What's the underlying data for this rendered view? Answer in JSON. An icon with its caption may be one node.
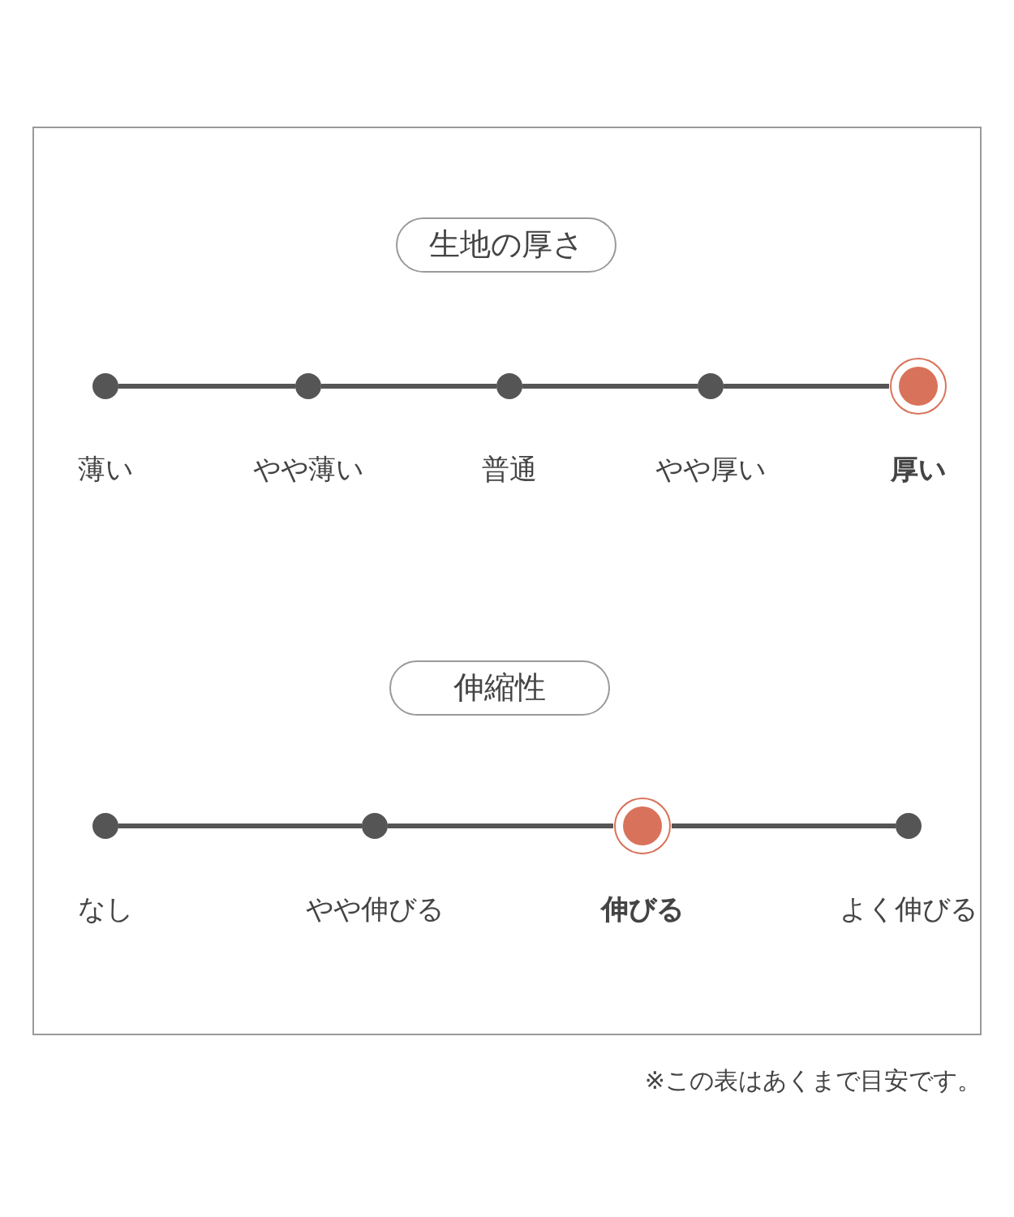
{
  "diagram": {
    "nodes": [
      {
        "text": [
          "生地の厚さ"
        ]
      },
      {
        "text": [],
        "shape": "circle",
        "beside": [
          "薄い"
        ]
      },
      {
        "text": [],
        "shape": "circle",
        "beside": [
          "やや薄い"
        ]
      },
      {
        "text": [],
        "shape": "circle",
        "beside": [
          "普通"
        ]
      },
      {
        "text": [],
        "shape": "circle",
        "beside": [
          "やや厚い"
        ]
      },
      {
        "text": [],
        "shape": "target",
        "beside": [
          "厚い"
        ]
      },
      {
        "text": [
          "伸縮性"
        ]
      },
      {
        "text": [],
        "shape": "circle",
        "beside": [
          "なし"
        ]
      },
      {
        "text": [],
        "shape": "circle",
        "beside": [
          "やや伸びる"
        ]
      },
      {
        "text": [],
        "shape": "target",
        "beside": [
          "伸びる"
        ]
      },
      {
        "text": [],
        "shape": "circle",
        "beside": [
          "よく伸びる"
        ]
      }
    ],
    "edges": [
      {
        "from": 1,
        "to": 2,
        "arrow": "none"
      },
      {
        "from": 2,
        "to": 3,
        "arrow": "none"
      },
      {
        "from": 3,
        "to": 4,
        "arrow": "none"
      },
      {
        "from": 4,
        "to": 5,
        "arrow": "none"
      },
      {
        "from": 7,
        "to": 8,
        "arrow": "none"
      },
      {
        "from": 8,
        "to": 9,
        "arrow": "none"
      },
      {
        "from": 9,
        "to": 10,
        "arrow": "none"
      }
    ],
    "labels": [
      "※この表はあくまで目安です。"
    ]
  }
}
